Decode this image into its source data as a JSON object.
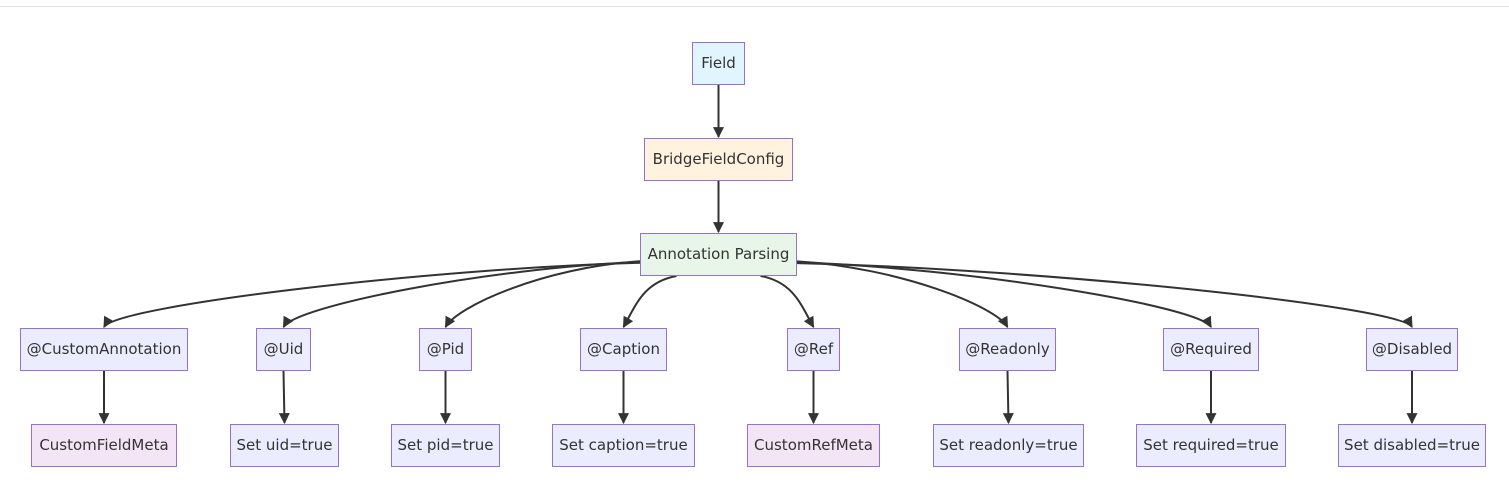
{
  "nodes": {
    "field": {
      "label": "Field",
      "fill": "#E1F5FE"
    },
    "config": {
      "label": "BridgeFieldConfig",
      "fill": "#FFF3E0"
    },
    "parsing": {
      "label": "Annotation Parsing",
      "fill": "#E8F5E9"
    },
    "custom_annotation": {
      "label": "@CustomAnnotation"
    },
    "uid": {
      "label": "@Uid"
    },
    "pid": {
      "label": "@Pid"
    },
    "caption": {
      "label": "@Caption"
    },
    "ref": {
      "label": "@Ref"
    },
    "readonly": {
      "label": "@Readonly"
    },
    "required": {
      "label": "@Required"
    },
    "disabled": {
      "label": "@Disabled"
    },
    "custom_field_meta": {
      "label": "CustomFieldMeta",
      "fill": "#F3E5F5"
    },
    "set_uid": {
      "label": "Set uid=true"
    },
    "set_pid": {
      "label": "Set pid=true"
    },
    "set_caption": {
      "label": "Set caption=true"
    },
    "custom_ref_meta": {
      "label": "CustomRefMeta",
      "fill": "#F3E5F5"
    },
    "set_readonly": {
      "label": "Set readonly=true"
    },
    "set_required": {
      "label": "Set required=true"
    },
    "set_disabled": {
      "label": "Set disabled=true"
    }
  },
  "edges": [
    [
      "field",
      "config"
    ],
    [
      "config",
      "parsing"
    ],
    [
      "parsing",
      "custom_annotation"
    ],
    [
      "parsing",
      "uid"
    ],
    [
      "parsing",
      "pid"
    ],
    [
      "parsing",
      "caption"
    ],
    [
      "parsing",
      "ref"
    ],
    [
      "parsing",
      "readonly"
    ],
    [
      "parsing",
      "required"
    ],
    [
      "parsing",
      "disabled"
    ],
    [
      "custom_annotation",
      "custom_field_meta"
    ],
    [
      "uid",
      "set_uid"
    ],
    [
      "pid",
      "set_pid"
    ],
    [
      "caption",
      "set_caption"
    ],
    [
      "ref",
      "custom_ref_meta"
    ],
    [
      "readonly",
      "set_readonly"
    ],
    [
      "required",
      "set_required"
    ],
    [
      "disabled",
      "set_disabled"
    ]
  ],
  "colors": {
    "default_fill": "#ECECFF",
    "border": "#9370DB",
    "edge": "#333333",
    "text": "#333333"
  }
}
